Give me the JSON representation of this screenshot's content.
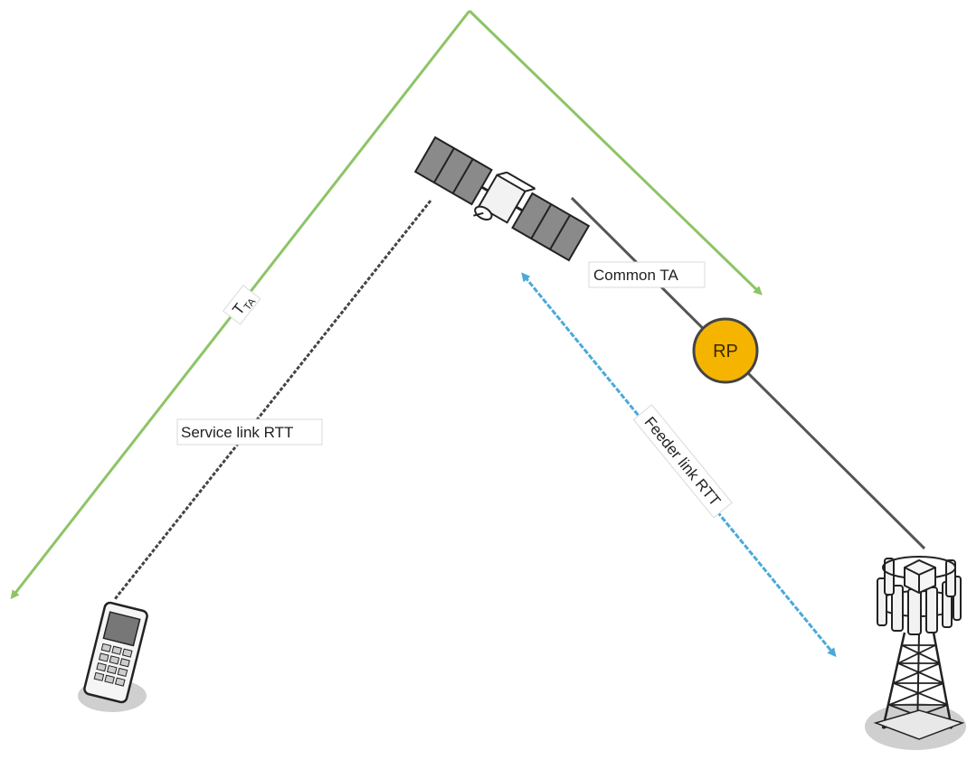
{
  "labels": {
    "ta": "T",
    "ta_sub": "TA",
    "common_ta": "Common TA",
    "service_link": "Service link RTT",
    "feeder_link": "Feeder link RTT",
    "reference_point": "RP"
  },
  "colors": {
    "ta_arrow": "#8dc466",
    "feeder_arrow": "#4aa9d9",
    "service_link_line": "#444444",
    "feeder_link_line": "#555555",
    "reference_point_fill": "#f4b400",
    "shadow": "#cfcfcf"
  },
  "icons": [
    "satellite-icon",
    "phone-icon",
    "base-station-tower-icon"
  ]
}
